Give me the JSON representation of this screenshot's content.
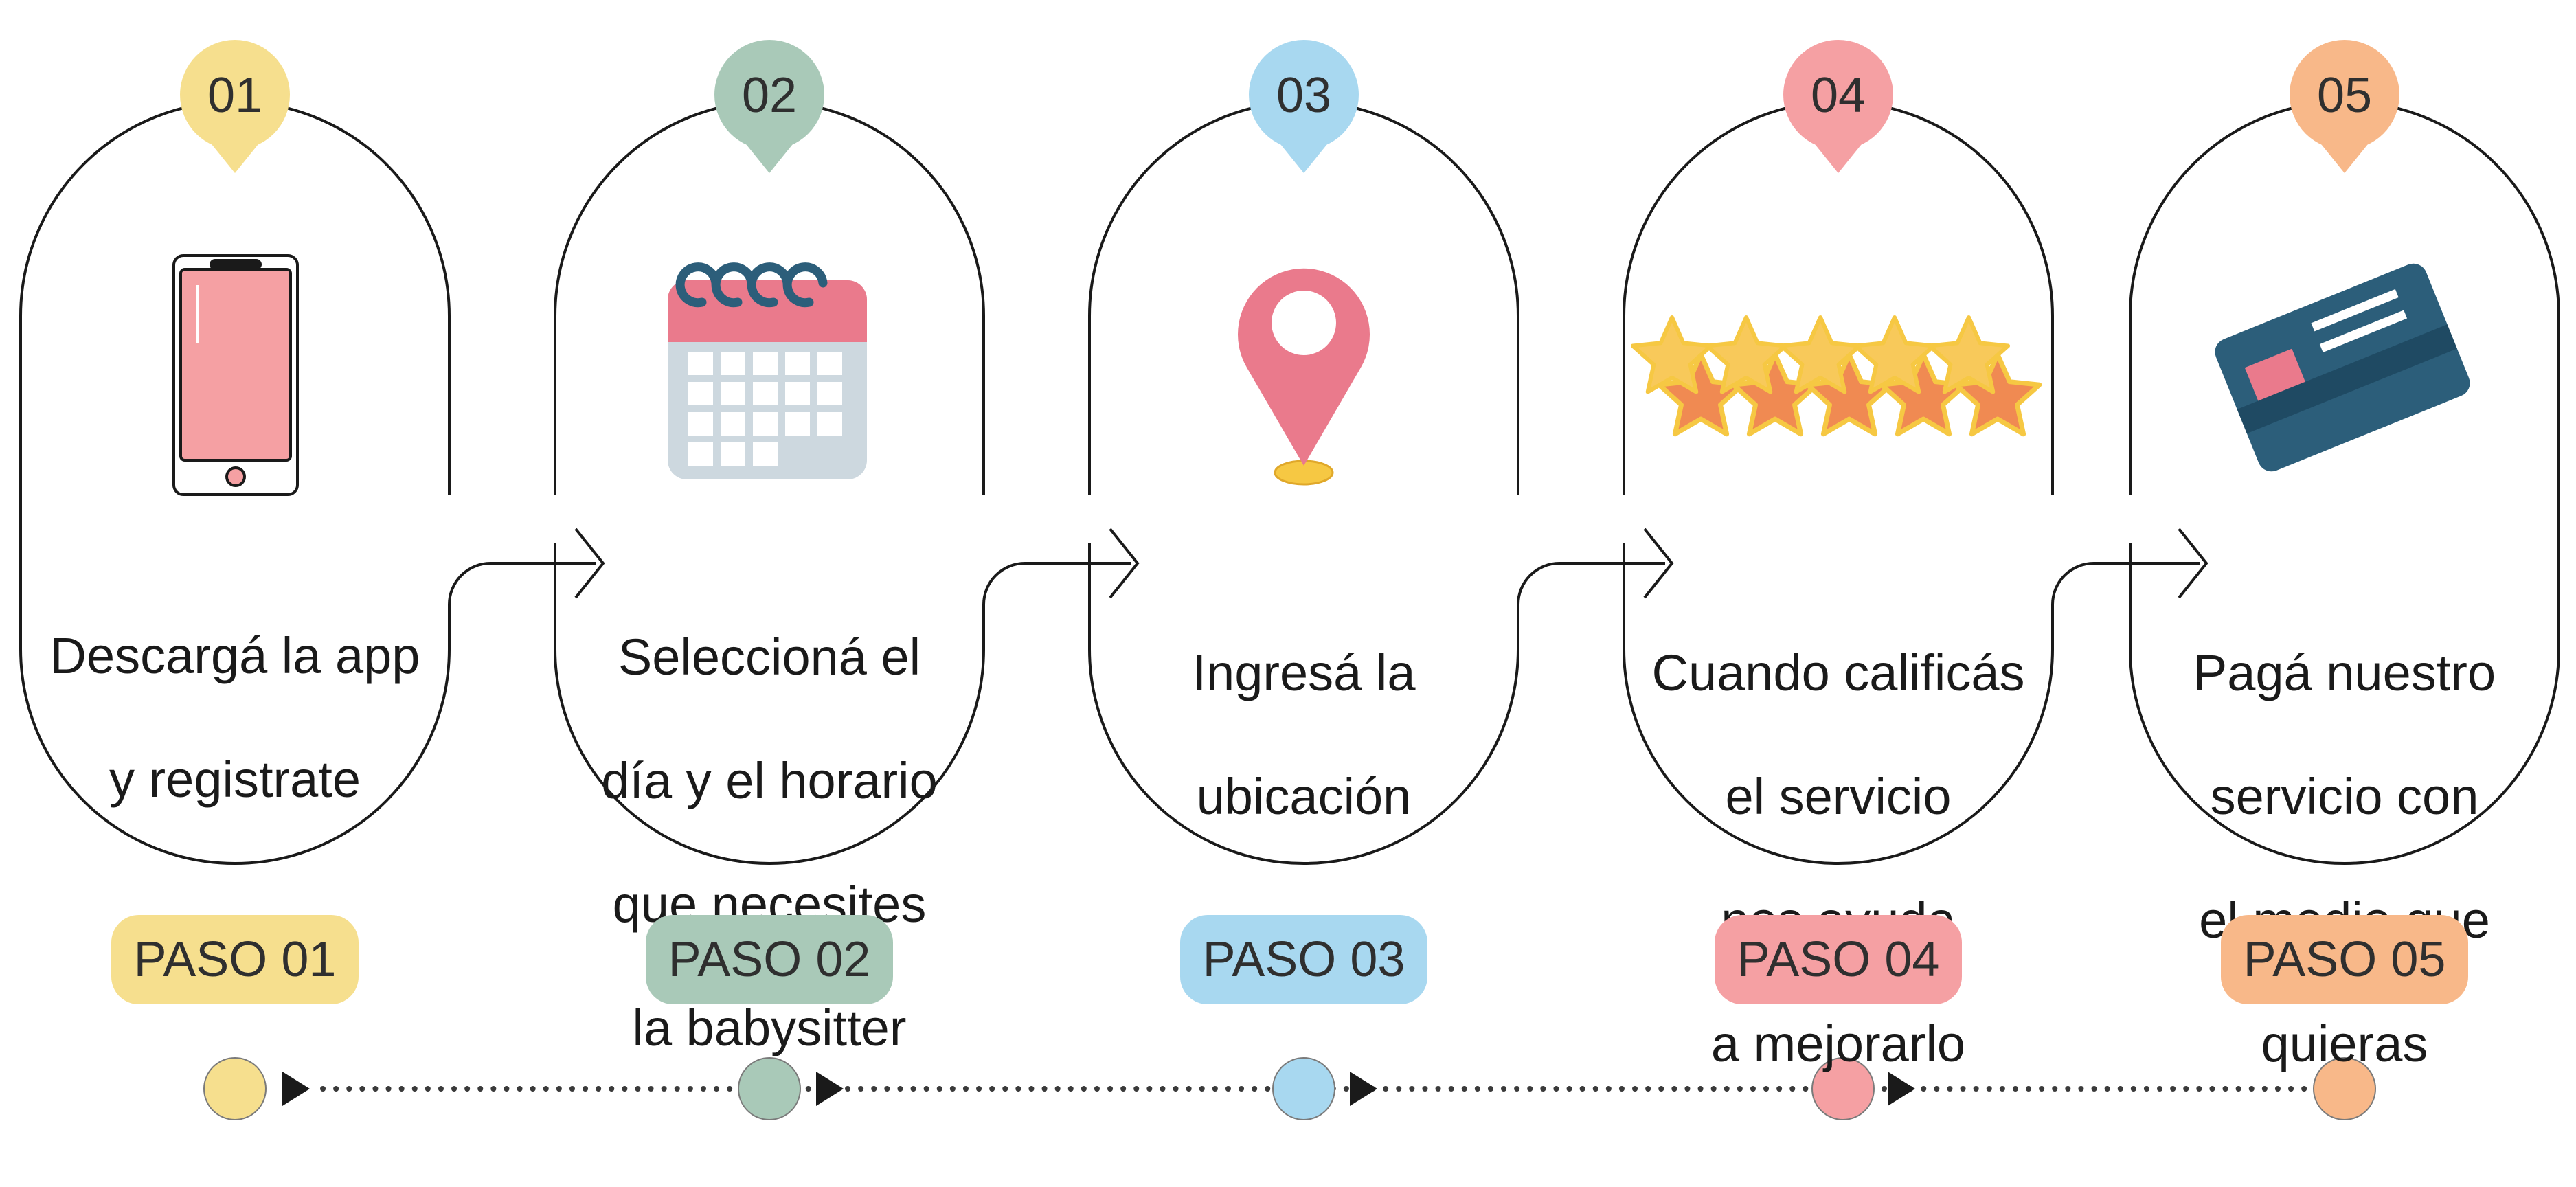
{
  "colors": {
    "yellow": "#f6df8e",
    "green": "#a9c9b8",
    "blue": "#a8d8f0",
    "pink": "#f5a0a3",
    "orange": "#f8b889",
    "outline": "#1a1a1a",
    "text": "#2f2f2f"
  },
  "steps": [
    {
      "number": "01",
      "lines": [
        "Descargá la app",
        "y registrate"
      ],
      "badge": "PASO 01",
      "icon": "smartphone-icon",
      "color": "#f6df8e"
    },
    {
      "number": "02",
      "lines": [
        "Seleccioná  el",
        "día y el horario",
        "que necesites",
        " la babysitter"
      ],
      "badge": "PASO 02",
      "icon": "calendar-icon",
      "color": "#a9c9b8"
    },
    {
      "number": "03",
      "lines": [
        "Ingresá la",
        "ubicación"
      ],
      "badge": "PASO 03",
      "icon": "location-pin-icon",
      "color": "#a8d8f0"
    },
    {
      "number": "04",
      "lines": [
        "Cuando calificás",
        "el servicio",
        "nos ayuda",
        "a mejorarlo"
      ],
      "badge": "PASO 04",
      "icon": "five-stars-icon",
      "color": "#f5a0a3"
    },
    {
      "number": "05",
      "lines": [
        "Pagá nuestro",
        "servicio con",
        "el medio que",
        "quieras"
      ],
      "badge": "PASO 05",
      "icon": "credit-card-icon",
      "color": "#f8b889"
    }
  ]
}
